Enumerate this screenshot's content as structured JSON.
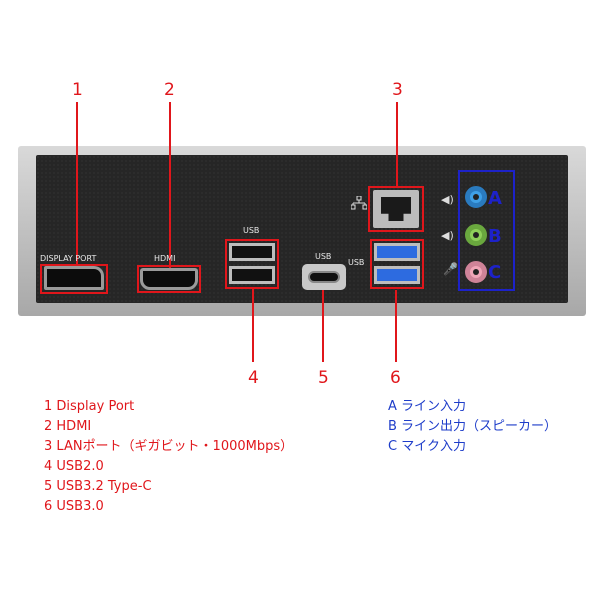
{
  "callouts": {
    "n1": "1",
    "n2": "2",
    "n3": "3",
    "n4": "4",
    "n5": "5",
    "n6": "6",
    "a": "A",
    "b": "B",
    "c": "C"
  },
  "panel_labels": {
    "display_port": "DISPLAY PORT",
    "hdmi": "HDMI",
    "usb_top": "USB",
    "usb_c": "USB",
    "usb_3": "USB"
  },
  "legend_left": [
    "1 Display Port",
    "2 HDMI",
    "3 LANポート（ギガビット・1000Mbps）",
    "4 USB2.0",
    "5 USB3.2 Type-C",
    "6 USB3.0"
  ],
  "legend_right": [
    "A ライン入力",
    "B ライン出力（スピーカー）",
    "C マイク入力"
  ],
  "colors": {
    "callout_red": "#e0161b",
    "callout_blue": "#1d22c9",
    "usb3_blue": "#2d6be0",
    "jack_blue": "#3fa0e6",
    "jack_green": "#8fd05a",
    "jack_pink": "#f0a6b8"
  }
}
